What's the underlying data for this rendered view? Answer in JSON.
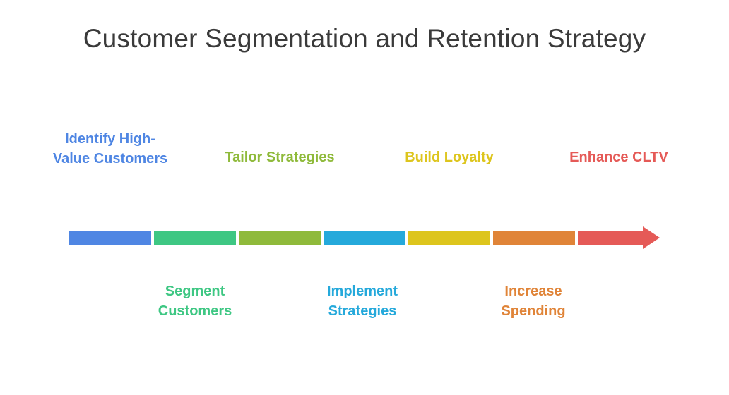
{
  "title": "Customer Segmentation and Retention Strategy",
  "colors": {
    "blue": "#4f86e3",
    "green": "#3ec783",
    "olive": "#8fba3b",
    "cyan": "#25a9db",
    "yellow": "#ddc51d",
    "orange": "#e08438",
    "red": "#e55a57"
  },
  "steps": [
    {
      "line1": "Identify High-",
      "line2": "Value Customers"
    },
    {
      "line1": "Segment",
      "line2": "Customers"
    },
    {
      "line1": "Tailor Strategies"
    },
    {
      "line1": "Implement",
      "line2": "Strategies"
    },
    {
      "line1": "Build Loyalty"
    },
    {
      "line1": "Increase",
      "line2": "Spending"
    },
    {
      "line1": "Enhance CLTV"
    }
  ]
}
